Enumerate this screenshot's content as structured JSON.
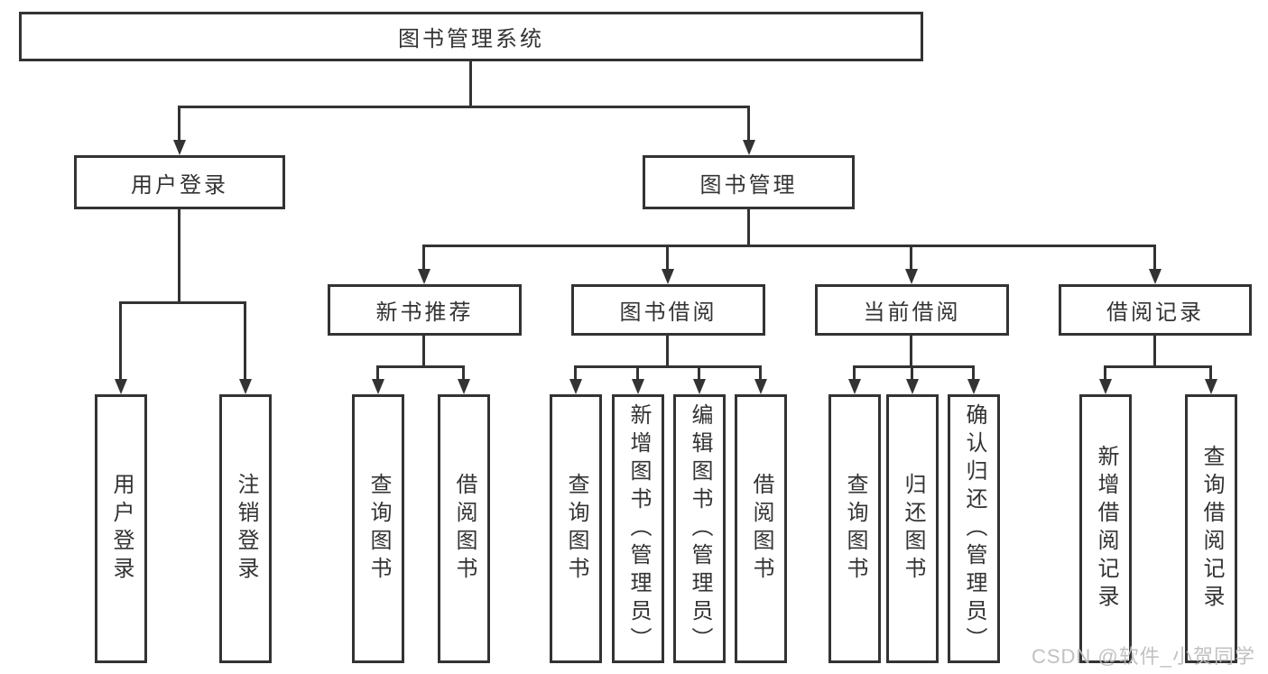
{
  "diagram": {
    "title": "图书管理系统",
    "root": {
      "label": "图书管理系统"
    },
    "level2": [
      {
        "label": "用户登录"
      },
      {
        "label": "图书管理"
      }
    ],
    "level3": [
      {
        "label": "新书推荐"
      },
      {
        "label": "图书借阅"
      },
      {
        "label": "当前借阅"
      },
      {
        "label": "借阅记录"
      }
    ],
    "leaves": [
      {
        "label": "用户登录"
      },
      {
        "label": "注销登录"
      },
      {
        "label": "查询图书"
      },
      {
        "label": "借阅图书"
      },
      {
        "label": "查询图书"
      },
      {
        "label": "新增图书（管理员）"
      },
      {
        "label": "编辑图书（管理员）"
      },
      {
        "label": "借阅图书"
      },
      {
        "label": "查询图书"
      },
      {
        "label": "归还图书"
      },
      {
        "label": "确认归还（管理员）"
      },
      {
        "label": "新增借阅记录"
      },
      {
        "label": "查询借阅记录"
      }
    ]
  },
  "watermark": {
    "text": "CSDN @软件_小贺同学"
  },
  "colors": {
    "line": "#333333",
    "border": "#333333",
    "text": "#333333",
    "watermark": "#bebebe",
    "background": "#ffffff"
  }
}
